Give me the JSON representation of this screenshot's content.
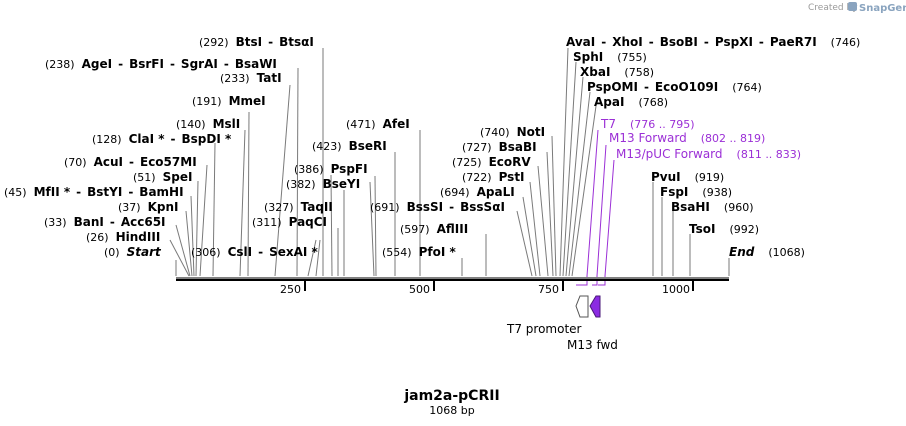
{
  "credit": {
    "prefix": "Created by",
    "brand": "SnapGene"
  },
  "title": "jam2a-pCRII",
  "subtitle": "1068 bp",
  "ticks": [
    "250",
    "500",
    "750",
    "1000"
  ],
  "sites": [
    {
      "pos": "(0)",
      "names": [
        "Start"
      ],
      "italic": true
    },
    {
      "pos": "(26)",
      "names": [
        "HindIII"
      ]
    },
    {
      "pos": "(33)",
      "names": [
        "BanI",
        "Acc65I"
      ]
    },
    {
      "pos": "(37)",
      "names": [
        "KpnI"
      ]
    },
    {
      "pos": "(45)",
      "names": [
        "MfII *",
        "BstYI",
        "BamHI"
      ]
    },
    {
      "pos": "(51)",
      "names": [
        "SpeI"
      ]
    },
    {
      "pos": "(70)",
      "names": [
        "AcuI",
        "Eco57MI"
      ]
    },
    {
      "pos": "(128)",
      "names": [
        "ClaI *",
        "BspDI *"
      ]
    },
    {
      "pos": "(140)",
      "names": [
        "MslI"
      ]
    },
    {
      "pos": "(191)",
      "names": [
        "MmeI"
      ]
    },
    {
      "pos": "(233)",
      "names": [
        "TatI"
      ]
    },
    {
      "pos": "(238)",
      "names": [
        "AgeI",
        "BsrFI",
        "SgrAI",
        "BsaWI"
      ]
    },
    {
      "pos": "(292)",
      "names": [
        "BtsI",
        "BtsαI"
      ]
    },
    {
      "pos": "(306)",
      "names": [
        "CslI",
        "SexAI *"
      ]
    },
    {
      "pos": "(311)",
      "names": [
        "PaqCI"
      ]
    },
    {
      "pos": "(327)",
      "names": [
        "TaqII"
      ]
    },
    {
      "pos": "(382)",
      "names": [
        "BseYI"
      ]
    },
    {
      "pos": "(386)",
      "names": [
        "PspFI"
      ]
    },
    {
      "pos": "(423)",
      "names": [
        "BseRI"
      ]
    },
    {
      "pos": "(471)",
      "names": [
        "AfeI"
      ]
    },
    {
      "pos": "(554)",
      "names": [
        "PfoI *"
      ]
    },
    {
      "pos": "(597)",
      "names": [
        "AflIII"
      ]
    },
    {
      "pos": "(691)",
      "names": [
        "BssSI",
        "BssSαI"
      ]
    },
    {
      "pos": "(694)",
      "names": [
        "ApaLI"
      ]
    },
    {
      "pos": "(722)",
      "names": [
        "PstI"
      ]
    },
    {
      "pos": "(725)",
      "names": [
        "EcoRV"
      ]
    },
    {
      "pos": "(727)",
      "names": [
        "BsaBI"
      ]
    },
    {
      "pos": "(740)",
      "names": [
        "NotI"
      ]
    },
    {
      "pos": "(746)",
      "names": [
        "AvaI",
        "XhoI",
        "BsoBI",
        "PspXI",
        "PaeR7I"
      ]
    },
    {
      "pos": "(755)",
      "names": [
        "SphI"
      ]
    },
    {
      "pos": "(758)",
      "names": [
        "XbaI"
      ]
    },
    {
      "pos": "(764)",
      "names": [
        "PspOMI",
        "EcoO109I"
      ]
    },
    {
      "pos": "(768)",
      "names": [
        "ApaI"
      ]
    },
    {
      "pos": "(919)",
      "names": [
        "PvuI"
      ]
    },
    {
      "pos": "(938)",
      "names": [
        "FspI"
      ]
    },
    {
      "pos": "(960)",
      "names": [
        "BsaHI"
      ]
    },
    {
      "pos": "(992)",
      "names": [
        "TsoI"
      ]
    },
    {
      "pos": "(1068)",
      "names": [
        "End"
      ],
      "italic": true
    }
  ],
  "primers": [
    {
      "name": "T7",
      "range": "(776 .. 795)"
    },
    {
      "name": "M13 Forward",
      "range": "(802 .. 819)"
    },
    {
      "name": "M13/pUC Forward",
      "range": "(811 .. 833)"
    }
  ],
  "features": [
    {
      "name": "T7 promoter",
      "color": "#ffffff"
    },
    {
      "name": "M13 fwd",
      "color": "#8b2be2"
    }
  ],
  "colors": {
    "primer": "#9b2fd6",
    "backbone": "#000000",
    "leader": "#7a7a7a"
  }
}
